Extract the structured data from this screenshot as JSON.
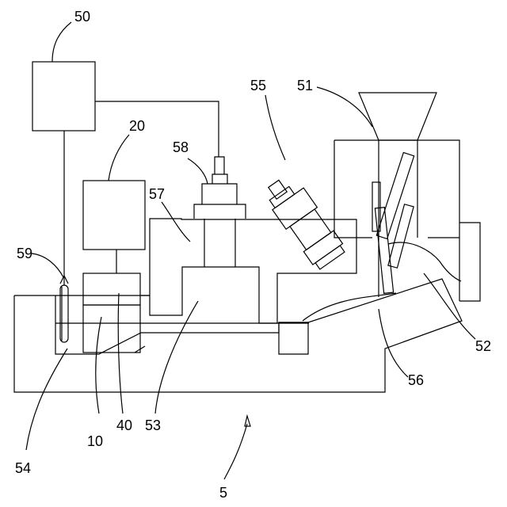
{
  "labels": {
    "l50": "50",
    "l20": "20",
    "l58": "58",
    "l57": "57",
    "l55": "55",
    "l51": "51",
    "l59": "59",
    "l52": "52",
    "l56": "56",
    "l54": "54",
    "l10": "10",
    "l40": "40",
    "l53": "53",
    "l5": "5"
  }
}
